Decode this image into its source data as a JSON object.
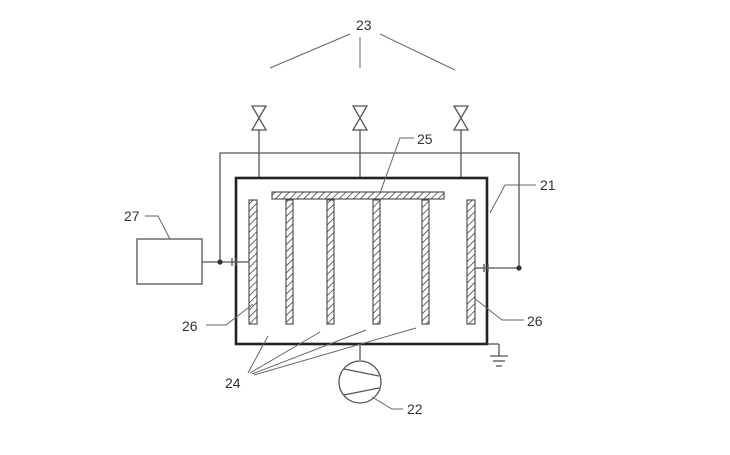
{
  "labels": {
    "gas_inlets": "23",
    "top_plate": "25",
    "chamber": "21",
    "power_supply": "27",
    "left_liner": "26",
    "right_liner": "26",
    "electrodes": "24",
    "pump": "22"
  }
}
